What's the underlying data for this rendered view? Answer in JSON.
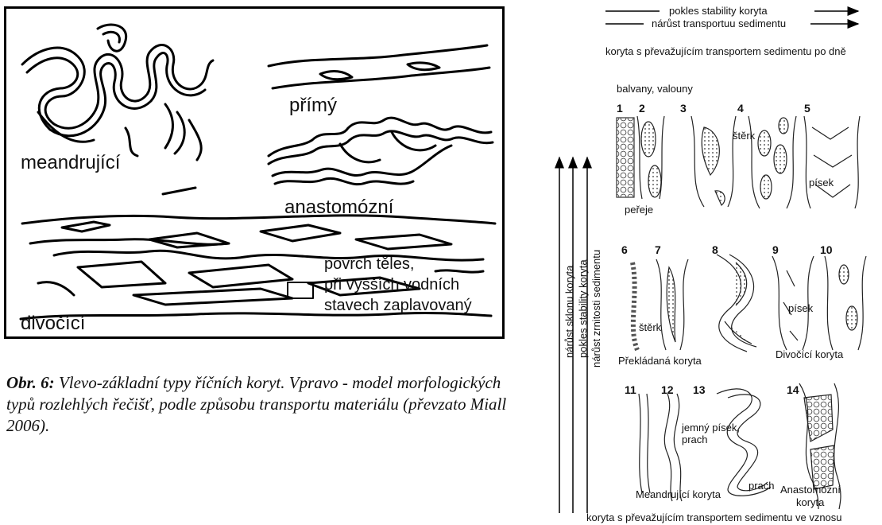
{
  "left_diagram": {
    "labels": {
      "meandering": "meandrující",
      "straight": "přímý",
      "anastomosing": "anastomózní",
      "braided": "divočící"
    },
    "legend": {
      "line1": "povrch těles,",
      "line2": "při vyšších vodních",
      "line3": "stavech zaplavovaný"
    }
  },
  "caption": {
    "prefix": "Obr. 6:",
    "text": " Vlevo-základní typy říčních koryt. Vpravo - model morfologických typů rozlehlých řečišť, podle způsobu transportu materiálu (převzato Miall 2006)."
  },
  "right_diagram": {
    "top_arrows": {
      "arrow1": "pokles stability koryta",
      "arrow2": "nárůst transportuu sedimentu"
    },
    "top_heading": "koryta s převažujícím transportem sedimentu po dně",
    "bottom_heading": "koryta s převažujícím transportem sedimentu ve vznosu",
    "vertical_arrows": {
      "arrow1": "nárůst sklonu koryta",
      "arrow2": "pokles stability koryta",
      "arrow3": "nárůst zrnitosti sedimentu"
    },
    "annotations": {
      "boulders": "balvany, valouny",
      "rapids": "peřeje",
      "gravel_top": "štěrk",
      "sand_top": "písek",
      "gravel_mid": "štěrk",
      "sand_mid": "písek",
      "fine_sand": "jemný písek,",
      "silt": "prach",
      "silt2": "prach"
    },
    "group_labels": {
      "overlapping": "Překládaná koryta",
      "braided": "Divočící koryta",
      "meandering": "Meandrující koryta",
      "anastomosing_1": "Anastomózní",
      "anastomosing_2": "koryta"
    },
    "numbers": [
      "1",
      "2",
      "3",
      "4",
      "5",
      "6",
      "7",
      "8",
      "9",
      "10",
      "11",
      "12",
      "13",
      "14"
    ]
  }
}
